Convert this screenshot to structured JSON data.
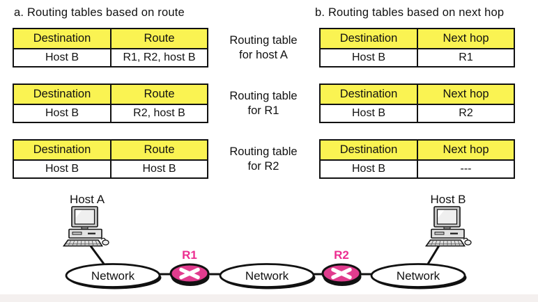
{
  "colors": {
    "table_header_yellow": "#FAF352",
    "router_pink": "#E13C8E",
    "router_label_pink": "#EC2D90"
  },
  "panel_a_title": "a. Routing tables based on route",
  "panel_b_title": "b. Routing tables based on next hop",
  "rows": [
    {
      "caption_line1": "Routing table",
      "caption_line2": "for host A",
      "left": {
        "headers": [
          "Destination",
          "Route"
        ],
        "cells": [
          "Host B",
          "R1, R2, host B"
        ]
      },
      "right": {
        "headers": [
          "Destination",
          "Next hop"
        ],
        "cells": [
          "Host B",
          "R1"
        ]
      }
    },
    {
      "caption_line1": "Routing table",
      "caption_line2": "for R1",
      "left": {
        "headers": [
          "Destination",
          "Route"
        ],
        "cells": [
          "Host B",
          "R2, host B"
        ]
      },
      "right": {
        "headers": [
          "Destination",
          "Next hop"
        ],
        "cells": [
          "Host B",
          "R2"
        ]
      }
    },
    {
      "caption_line1": "Routing table",
      "caption_line2": "for R2",
      "left": {
        "headers": [
          "Destination",
          "Route"
        ],
        "cells": [
          "Host B",
          "Host B"
        ]
      },
      "right": {
        "headers": [
          "Destination",
          "Next hop"
        ],
        "cells": [
          "Host B",
          "---"
        ]
      }
    }
  ],
  "diagram": {
    "host_a_label": "Host A",
    "host_b_label": "Host B",
    "router1_label": "R1",
    "router2_label": "R2",
    "network1_label": "Network",
    "network2_label": "Network",
    "network3_label": "Network"
  }
}
